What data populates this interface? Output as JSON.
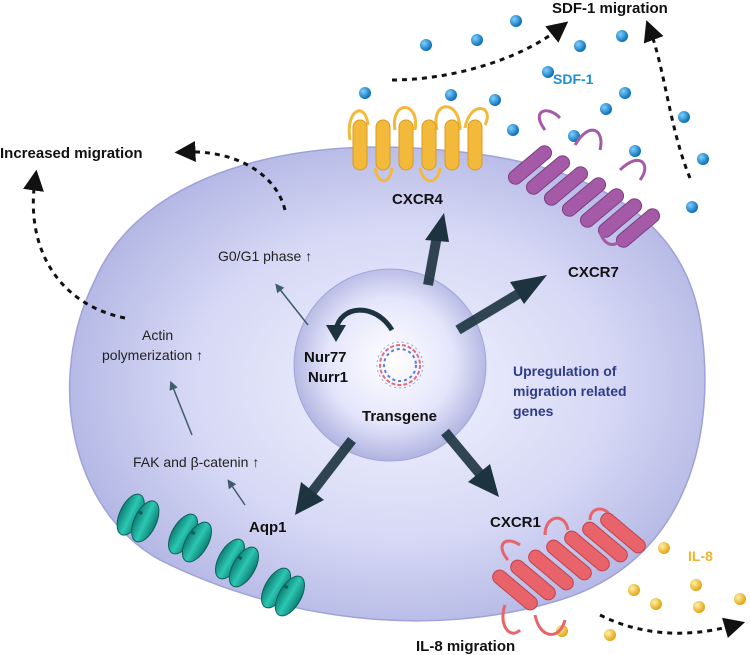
{
  "labels": {
    "sdf1_migration": "SDF-1 migration",
    "sdf1": "SDF-1",
    "increased_migration": "Increased migration",
    "cxcr4": "CXCR4",
    "cxcr7": "CXCR7",
    "g0g1": "G0/G1 phase ↑",
    "actin_line1": "Actin",
    "actin_line2": "polymerization ↑",
    "nur77": "Nur77",
    "nurr1": "Nurr1",
    "transgene": "Transgene",
    "upreg_line1": "Upregulation of",
    "upreg_line2": "migration related",
    "upreg_line3": "genes",
    "fak": "FAK and β-catenin ↑",
    "aqp1": "Aqp1",
    "cxcr1": "CXCR1",
    "il8": "IL-8",
    "il8_migration": "IL-8 migration"
  },
  "colors": {
    "cell_fill": "#c9cbee",
    "cell_edge": "#9ea2d8",
    "nucleus_fill": "#e8e9fb",
    "arrow_dark": "#1d3440",
    "sdf1_ball": "#1a8fd6",
    "sdf1_text": "#1a8fd6",
    "il8_ball": "#f2c02e",
    "il8_text": "#f1b42a",
    "cxcr4_color": "#f3b93a",
    "cxcr7_color": "#a55aa8",
    "cxcr1_color": "#e8636a",
    "aqp1_color": "#17a596",
    "text_blue": "#2f3c86"
  },
  "icons": {
    "dna": "dna-circle-icon",
    "receptor": "seven-transmembrane-receptor-icon",
    "channel": "aquaporin-channel-icon"
  }
}
